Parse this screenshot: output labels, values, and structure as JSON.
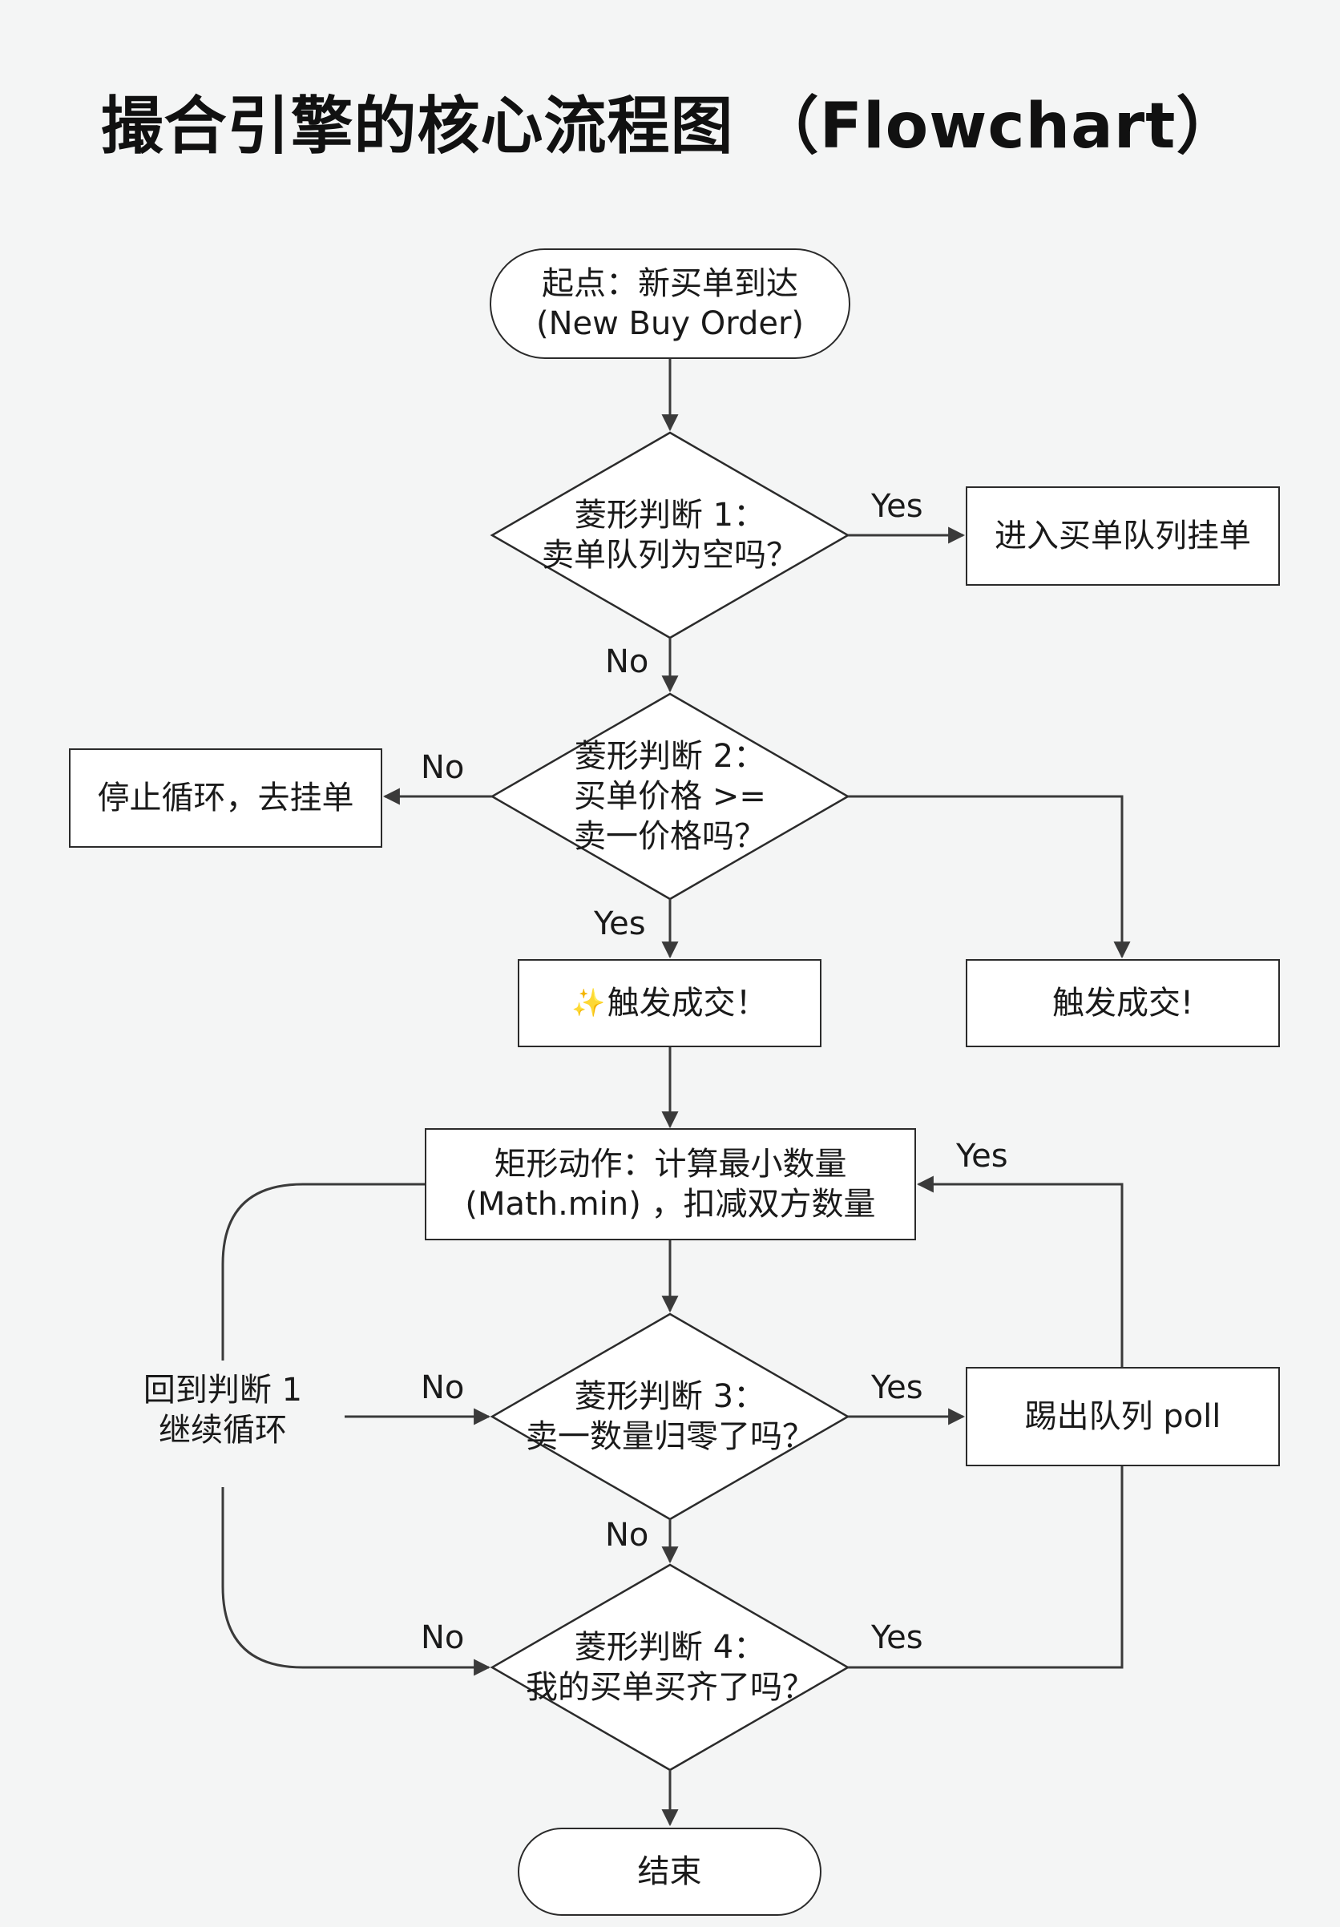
{
  "title": "撮合引擎的核心流程图 （Flowchart）",
  "nodes": {
    "start": [
      "起点：新买单到达",
      "(New Buy Order)"
    ],
    "decision1": [
      "菱形判断 1：",
      "卖单队列为空吗？"
    ],
    "enqueue_buy": "进入买单队列挂单",
    "decision2": [
      "菱形判断 2：",
      "买单价格 >=",
      "卖一价格吗？"
    ],
    "stop_loop": "停止循环，去挂单",
    "trade_center": "触发成交！",
    "trade_right": "触发成交!",
    "action": [
      "矩形动作：计算最小数量",
      "(Math.min) ，扣减双方数量"
    ],
    "decision3": [
      "菱形判断 3：",
      "卖一数量归零了吗？"
    ],
    "poll": "踢出队列 poll",
    "back_to_1": [
      "回到判断 1",
      "继续循环"
    ],
    "decision4": [
      "菱形判断 4：",
      "我的买单买齐了吗？"
    ],
    "end": "结束"
  },
  "edge_labels": {
    "d1_yes": "Yes",
    "d1_no": "No",
    "d2_no": "No",
    "d2_yes": "Yes",
    "action_yes": "Yes",
    "d3_no": "No",
    "d3_yes": "Yes",
    "d3_down_no": "No",
    "d4_no": "No",
    "d4_yes": "Yes"
  },
  "icons": {
    "trade_center": "sparkle-icon"
  },
  "colors": {
    "line": "#3a3a3a",
    "box_fill": "#ffffff",
    "background": "#f4f5f5",
    "sparkle": "#e8b84a"
  }
}
